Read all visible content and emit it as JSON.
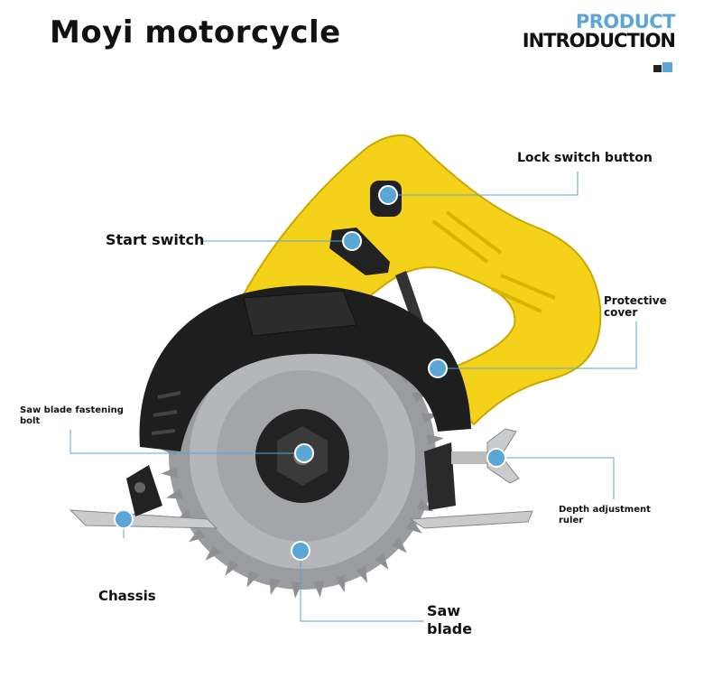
{
  "header": {
    "title": "Moyi motorcycle",
    "product_line1": "PRODUCT",
    "product_line2": "INTRODUCTION"
  },
  "labels": {
    "lock_switch": "Lock switch button",
    "start_switch": "Start switch",
    "protective_cover": "Protective cover",
    "saw_blade_bolt": "Saw blade fastening bolt",
    "depth_ruler": "Depth adjustment ruler",
    "chassis": "Chassis",
    "saw_blade": "Saw blade"
  },
  "colors": {
    "accent_blue": "#5aa6d6",
    "body_yellow": "#f5d21a",
    "cover_black": "#1e1e1e",
    "blade_grey": "#a7a9ac"
  }
}
